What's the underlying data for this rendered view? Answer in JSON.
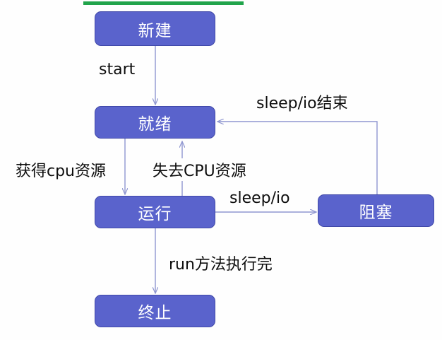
{
  "diagram": {
    "title_bar": {
      "name": "green-accent-bar",
      "color": "#21a44b"
    },
    "palette": {
      "node_fill": "#5a63cc",
      "node_border": "#4048a8",
      "node_text": "#ffffff",
      "edge_stroke": "#8f96d0",
      "label_text": "#0d0d0d",
      "background": "#fefefe"
    },
    "nodes": [
      {
        "id": "new",
        "label": "新建"
      },
      {
        "id": "ready",
        "label": "就绪"
      },
      {
        "id": "running",
        "label": "运行"
      },
      {
        "id": "blocked",
        "label": "阻塞"
      },
      {
        "id": "terminated",
        "label": "终止"
      }
    ],
    "edges": [
      {
        "id": "start",
        "from": "new",
        "to": "ready",
        "label": "start"
      },
      {
        "id": "get-cpu",
        "from": "ready",
        "to": "running",
        "label": "获得cpu资源"
      },
      {
        "id": "lose-cpu",
        "from": "running",
        "to": "ready",
        "label": "失去CPU资源"
      },
      {
        "id": "sleep-io",
        "from": "running",
        "to": "blocked",
        "label": "sleep/io"
      },
      {
        "id": "sleep-io-end",
        "from": "blocked",
        "to": "ready",
        "label": "sleep/io结束"
      },
      {
        "id": "run-done",
        "from": "running",
        "to": "terminated",
        "label": "run方法执行完"
      }
    ]
  }
}
